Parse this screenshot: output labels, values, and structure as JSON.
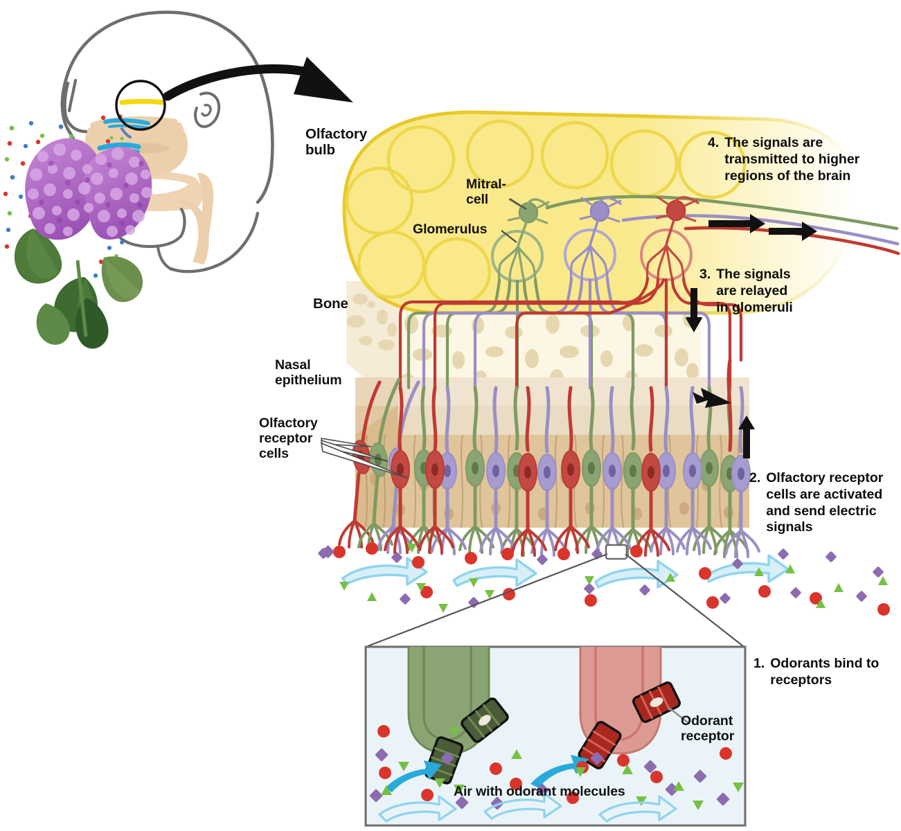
{
  "figure": {
    "title_absent": true,
    "labels": {
      "olfactory_bulb": "Olfactory\nbulb",
      "olfactory_bulb_l1": "Olfactory",
      "olfactory_bulb_l2": "bulb",
      "mitral_cell_l1": "Mitral-",
      "mitral_cell_l2": "cell",
      "glomerulus": "Glomerulus",
      "bone": "Bone",
      "nasal_epithelium_l1": "Nasal",
      "nasal_epithelium_l2": "epithelium",
      "olfactory_receptor_cells_l1": "Olfactory",
      "olfactory_receptor_cells_l2": "receptor",
      "olfactory_receptor_cells_l3": "cells",
      "odorant_receptor_l1": "Odorant",
      "odorant_receptor_l2": "receptor",
      "air_with_odorant_molecules": "Air with odorant molecules"
    },
    "steps": [
      {
        "number": "1.",
        "text_l1": "Odorants bind to",
        "text_l2": "receptors"
      },
      {
        "number": "2.",
        "text_l1": "Olfactory receptor",
        "text_l2": "cells are activated",
        "text_l3": "and send electric",
        "text_l4": "signals"
      },
      {
        "number": "3.",
        "text_l1": "The signals",
        "text_l2": "are relayed",
        "text_l3": "in glomeruli"
      },
      {
        "number": "4.",
        "text_l1": "The signals are",
        "text_l2": "transmitted to higher",
        "text_l3": "regions of the brain"
      }
    ],
    "colors": {
      "bulb_fill": "#f9e98a",
      "bulb_stroke": "#e8c92a",
      "bone_fill": "#fcf7e4",
      "bone_blob": "#e3d2a8",
      "epithelium_top": "#efe2cb",
      "epithelium_mid": "#e8d9bd",
      "epithelium_body": "#e0c49a",
      "neuron_green": "#7f9a63",
      "neuron_purple": "#9a8fc4",
      "neuron_red": "#bf3a33",
      "odorant_red": "#d9352c",
      "odorant_green": "#76c043",
      "odorant_purple": "#8d6bb0",
      "air_blue": "#4cb6dd",
      "inset_bg": "#eaf4f8",
      "flower_purple": "#b06ac4",
      "leaf_green": "#4f7a3a",
      "head_outline": "#6e6e6e",
      "head_fill": "#eccfab",
      "yellow_marker": "#f5d800",
      "text": "#0c0c0c"
    }
  }
}
